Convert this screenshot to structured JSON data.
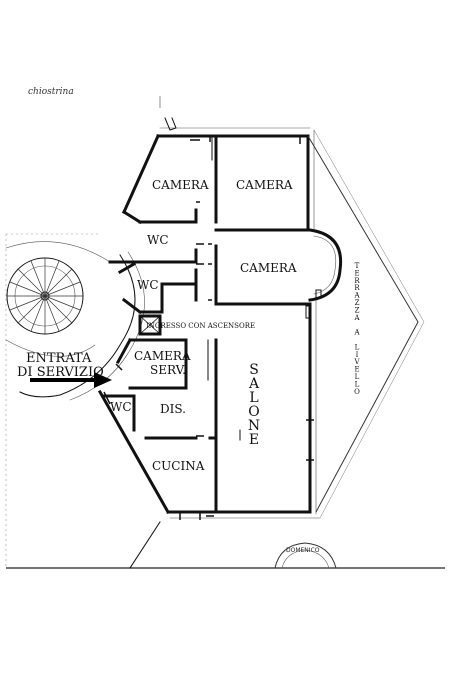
{
  "rooms": {
    "camera_1": "CAMERA",
    "camera_2": "CAMERA",
    "camera_3": "CAMERA",
    "wc_1": "WC",
    "wc_2": "WC",
    "wc_3": "WC",
    "camera_serv_line1": "CAMERA",
    "camera_serv_line2": "SERV.",
    "dis": "DIS.",
    "cucina": "CUCINA",
    "ingresso": "INGRESSO CON ASCENSORE",
    "salone_letters": [
      "S",
      "A",
      "L",
      "O",
      "N",
      "E"
    ]
  },
  "terrace_letters": [
    "T",
    "E",
    "R",
    "R",
    "A",
    "Z",
    "Z",
    "A",
    "",
    "A",
    "",
    "L",
    "I",
    "V",
    "E",
    "L",
    "L",
    "O"
  ],
  "chiostrina": "chiostrina",
  "entrance": {
    "line1": "ENTRATA",
    "line2": "DI SERVIZIO"
  },
  "stamp_text": "DOMENICO"
}
